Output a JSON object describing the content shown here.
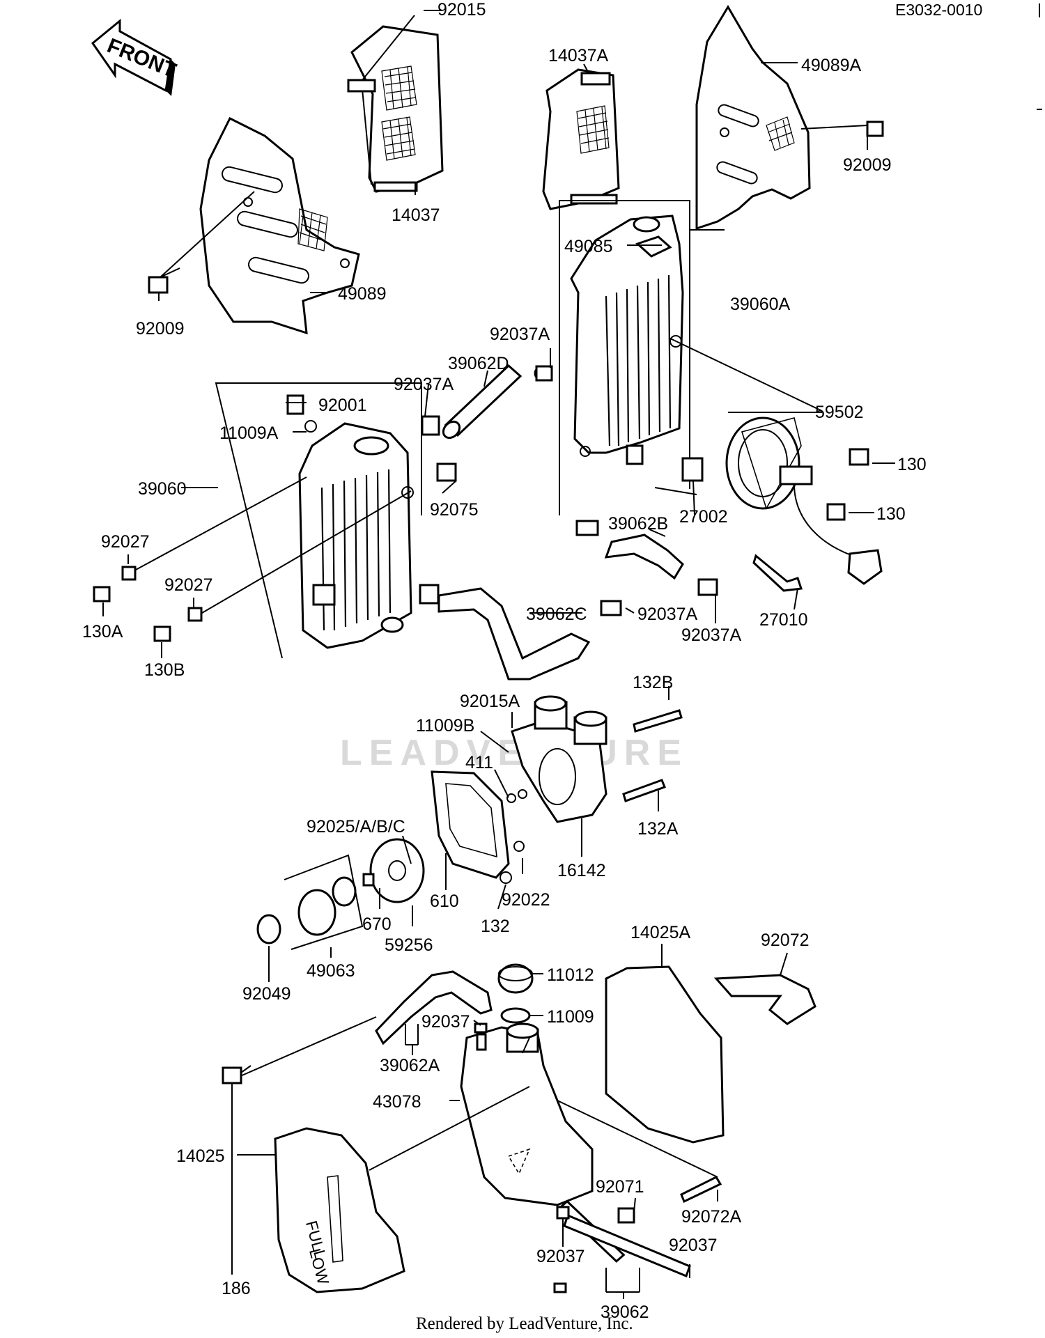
{
  "diagram_code": "E3032-0010",
  "front_label": "FRONT",
  "watermark": "LEADVENTURE",
  "footer": "Rendered by LeadVenture, Inc.",
  "parts": {
    "p92015": "92015",
    "p14037A": "14037A",
    "p49089A": "49089A",
    "p92009_r": "92009",
    "p14037": "14037",
    "p49085": "49085",
    "p49089": "49089",
    "p39060A": "39060A",
    "p92009_l": "92009",
    "p92037A_a": "92037A",
    "p39062D": "39062D",
    "p92037A_b": "92037A",
    "p59502": "59502",
    "p92001": "92001",
    "p11009A": "11009A",
    "p130_a": "130",
    "p39060": "39060",
    "p92075": "92075",
    "p27002": "27002",
    "p130_b": "130",
    "p92027_a": "92027",
    "p39062B": "39062B",
    "p92027_b": "92027",
    "p130A": "130A",
    "p39062C": "39062C",
    "p92037A_c": "92037A",
    "p27010": "27010",
    "p92037A_d": "92037A",
    "p130B": "130B",
    "p132B": "132B",
    "p92015A": "92015A",
    "p11009B": "11009B",
    "p411": "411",
    "p132A": "132A",
    "p92025": "92025/A/B/C",
    "p16142": "16142",
    "p610": "610",
    "p92022": "92022",
    "p670": "670",
    "p132": "132",
    "p59256": "59256",
    "p49063": "49063",
    "p92049": "92049",
    "p14025A": "14025A",
    "p92072": "92072",
    "p11012": "11012",
    "p11009": "11009",
    "p92037_a": "92037",
    "p39062A": "39062A",
    "p43078": "43078",
    "p14025": "14025",
    "p92071": "92071",
    "p92072A": "92072A",
    "p186": "186",
    "p92037_b": "92037",
    "p92037_c": "92037",
    "p39062": "39062"
  },
  "tank_marks": {
    "full": "FULL",
    "low": "LOW"
  }
}
